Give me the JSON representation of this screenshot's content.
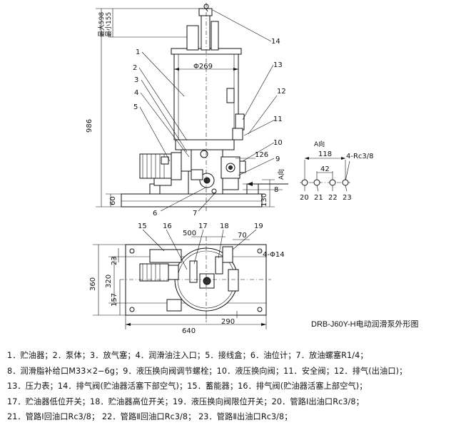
{
  "dimensions": {
    "max598": "最大598",
    "min155": "最小155",
    "phi269": "Φ269",
    "d986": "986",
    "d60": "60",
    "d130": "130",
    "d8": "8",
    "d126": "126",
    "d500": "500",
    "d70": "70",
    "d23": "23",
    "d320": "320",
    "d360": "360",
    "d157": "157",
    "d290": "290",
    "d640": "640",
    "hole": "4-Φ14",
    "d118": "118",
    "d42": "42",
    "thread": "4-Rc3/8"
  },
  "views": {
    "a_dir_main": "A向",
    "a_dir_detail": "A向"
  },
  "callouts": [
    "1",
    "2",
    "3",
    "4",
    "5",
    "6",
    "7",
    "8",
    "9",
    "10",
    "11",
    "12",
    "13",
    "14",
    "15",
    "16",
    "17",
    "18",
    "19",
    "20",
    "21",
    "22",
    "23"
  ],
  "caption": "DRB-J60Y-H电动润滑泵外形图",
  "legend": [
    "1．贮油器；2．泵体；3．放气塞；4．润滑油注入口；5．接线盒；6．油位计；7．放油螺塞R1/4；",
    "8．润滑脂补给口M33×2−6g；9．液压换向阀调节螺栓；10．液压换向阀；11．安全阀；12．排气(出油口)；",
    "13．压力表；14．排气阀(贮油器活塞下部空气)；15．蓄能器；16．排气阀(贮油器活塞上部空气)；",
    "17．贮油器低位开关；18．贮油器高位开关；19．液压换向阀限位开关；20．管路Ⅰ出油口Rc3/8；",
    "21．管路Ⅰ回油口Rc3/8；  22．管路Ⅱ回油口Rc3/8；  23．管路Ⅱ出油口Rc3/8；"
  ],
  "colors": {
    "line": "#111111",
    "background": "#ffffff"
  }
}
